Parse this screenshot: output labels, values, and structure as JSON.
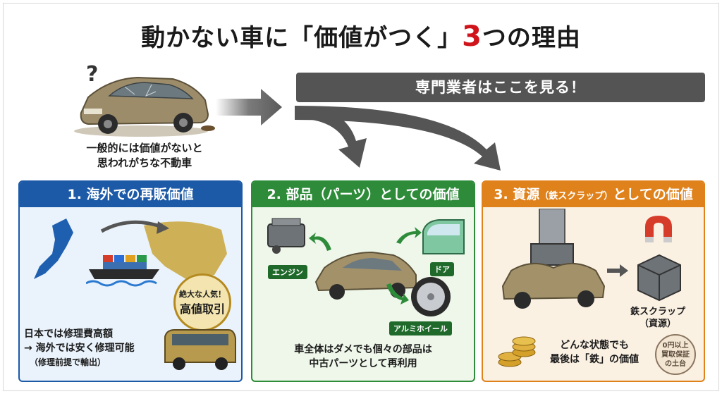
{
  "title": {
    "main": "動かない車に「価値がつく」",
    "number": "3",
    "suffix": "つの理由"
  },
  "top": {
    "question_mark": "?",
    "caption_line1": "一般的には価値がないと",
    "caption_line2": "思われがちな不動車"
  },
  "banner": {
    "text": "専門業者はここを見る！"
  },
  "panels": [
    {
      "heading": "1. 海外での再販価値",
      "badge_line1": "絶大な人気！",
      "badge_line2": "高値取引",
      "text_line1": "日本では修理費高額",
      "text_line2": "→ 海外では安く修理可能",
      "text_line3": "（修理前提で輸出）"
    },
    {
      "heading": "2. 部品（パーツ）としての価値",
      "label_engine": "エンジン",
      "label_door": "ドア",
      "label_wheel": "アルミホイール",
      "text_line1": "車全体はダメでも個々の部品は",
      "text_line2": "中古パーツとして再利用"
    },
    {
      "heading_pre": "3. 資源",
      "heading_small": "（鉄スクラップ）",
      "heading_post": "としての価値",
      "scrap_label1": "鉄スクラップ",
      "scrap_label2": "（資源）",
      "text_line1": "どんな状態でも",
      "text_line2": "最後は「鉄」の価値",
      "stamp_line1": "0円以上",
      "stamp_line2": "買取保証",
      "stamp_line3": "の土台"
    }
  ],
  "colors": {
    "panel1": "#1c5aa8",
    "panel2": "#2e8b3a",
    "panel3": "#e0821c",
    "accent_red": "#d0141c",
    "banner": "#545454"
  }
}
